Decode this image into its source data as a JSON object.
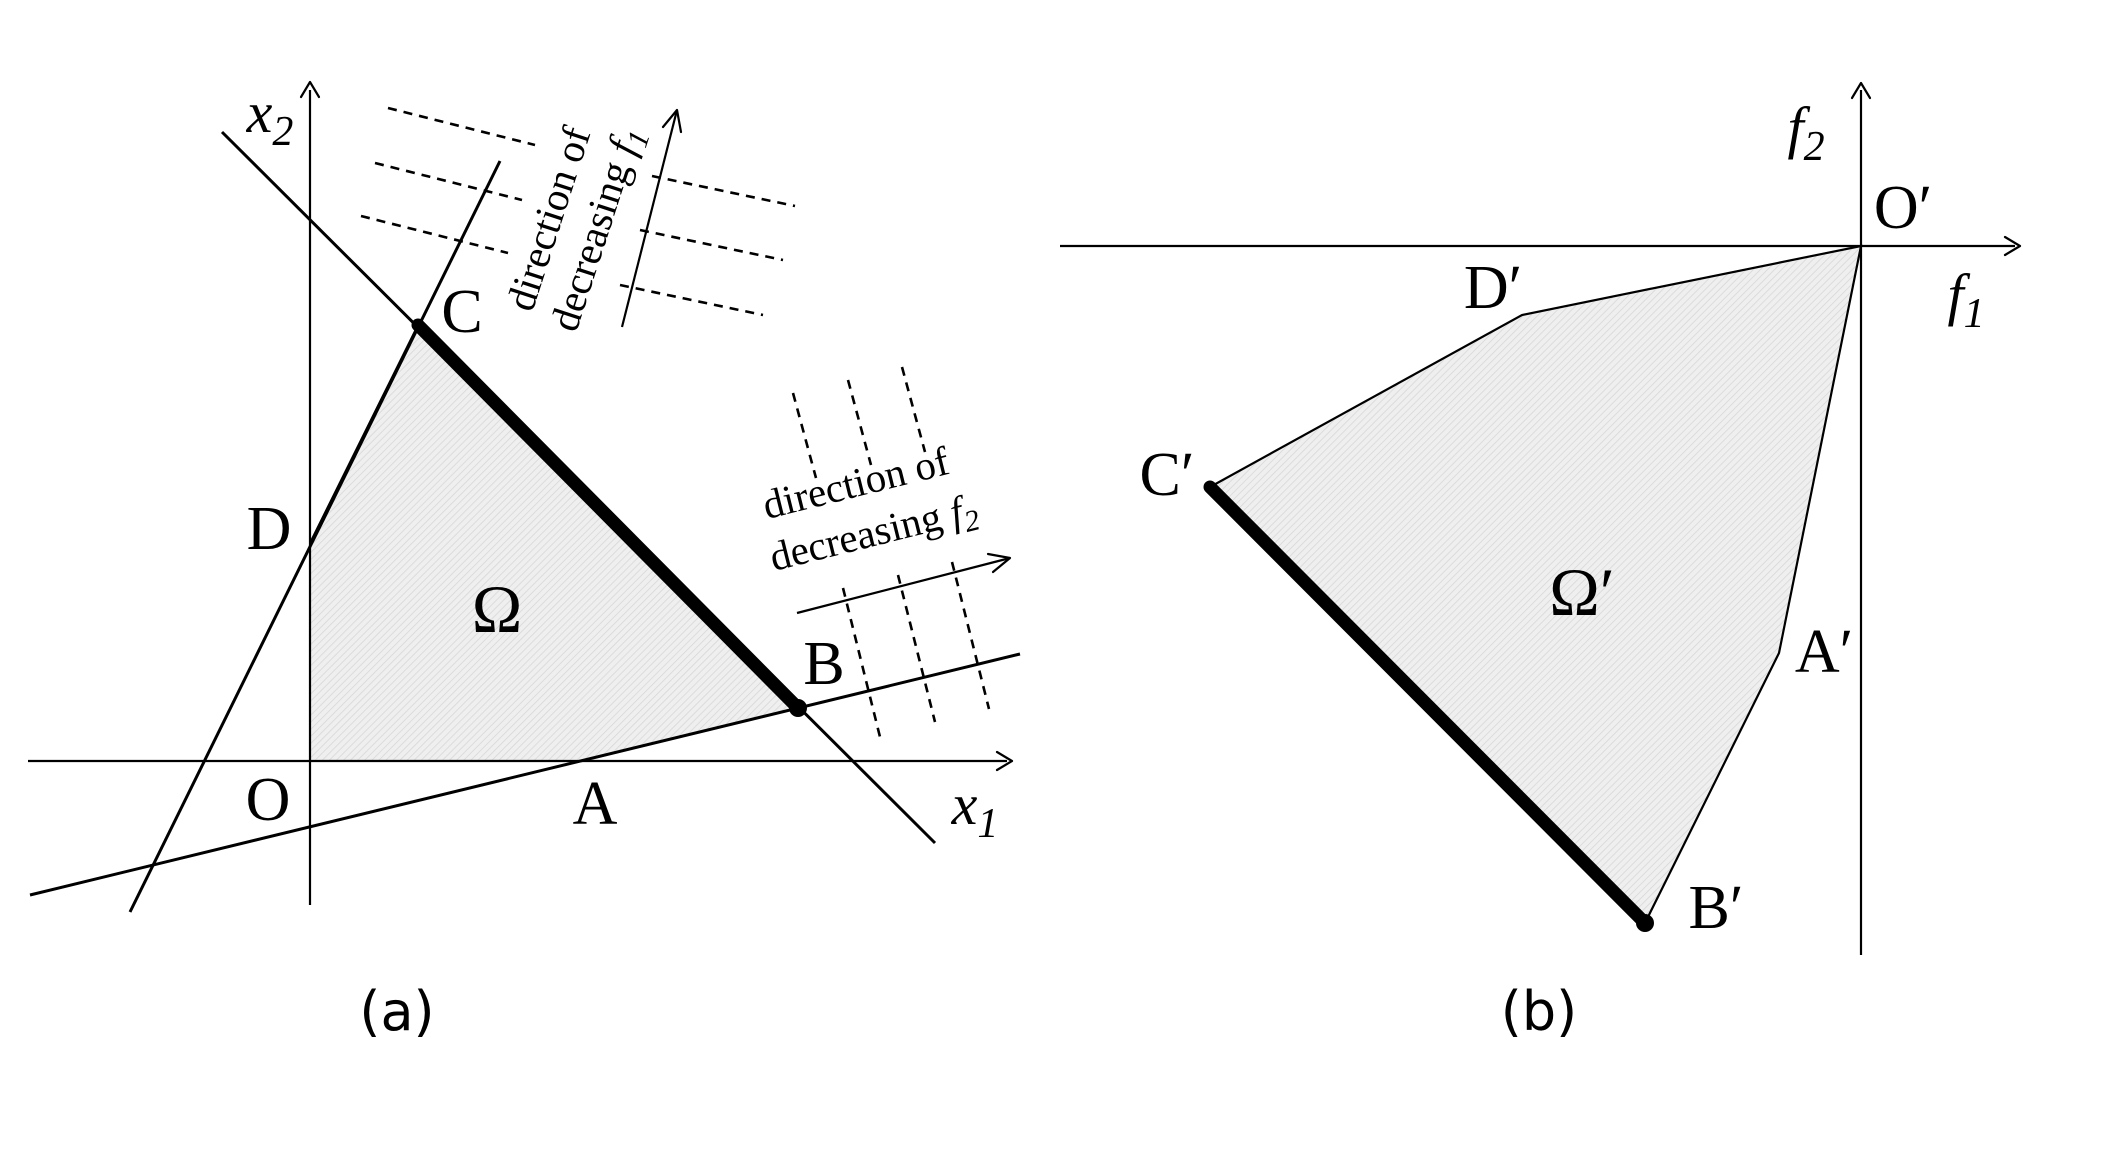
{
  "panel_a": {
    "caption": "(a)",
    "axis_x1": {
      "base": "x",
      "sub": "1"
    },
    "axis_x2": {
      "base": "x",
      "sub": "2"
    },
    "region_label": "Ω",
    "vertex_O": "O",
    "vertex_A": "A",
    "vertex_B": "B",
    "vertex_C": "C",
    "vertex_D": "D",
    "dir_f1": {
      "line1": "direction of",
      "line2": "decreasing ",
      "f": "f",
      "sub": "1"
    },
    "dir_f2": {
      "line1": "direction of",
      "line2": "decreasing ",
      "f": "f",
      "sub": "2"
    }
  },
  "panel_b": {
    "caption": "(b)",
    "axis_f1": {
      "base": "f",
      "sub": "1"
    },
    "axis_f2": {
      "base": "f",
      "sub": "2"
    },
    "region_label": "Ω′",
    "vertex_O": "O′",
    "vertex_A": "A′",
    "vertex_B": "B′",
    "vertex_C": "C′",
    "vertex_D": "D′"
  },
  "colors": {
    "ink": "#000000",
    "region_fill": "#e6e6e6",
    "background": "#ffffff"
  }
}
